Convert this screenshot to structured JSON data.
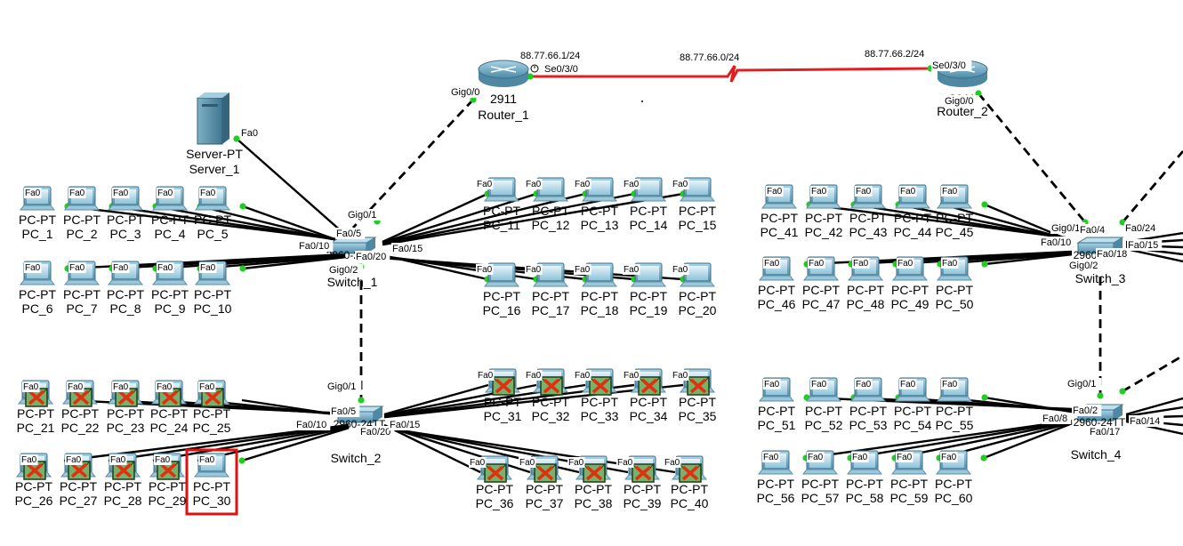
{
  "wan": {
    "router1_ip": "88.77.66.1/24",
    "router2_ip": "88.77.66.2/24",
    "network": "88.77.66.0/24",
    "router1_serial": "Se0/3/0",
    "router2_serial": "Se0/3/0"
  },
  "routers": [
    {
      "id": "r1",
      "model": "2911",
      "name": "Router_1",
      "port": "Gig0/0"
    },
    {
      "id": "r2",
      "model": "2911",
      "name": "Router_2",
      "port": "Gig0/0"
    }
  ],
  "server": {
    "model": "Server-PT",
    "name": "Server_1",
    "port": "Fa0"
  },
  "switches": [
    {
      "id": "sw1",
      "name": "Switch_1",
      "model": "2960-24TT",
      "ports": [
        "Gig0/1",
        "Fa0/5",
        "Fa0/10",
        "Fa0/20",
        "Fa0/15",
        "Gig0/2"
      ]
    },
    {
      "id": "sw2",
      "name": "Switch_2",
      "model": "2960-24TT",
      "ports": [
        "Gig0/1",
        "Fa0/5",
        "Fa0/10",
        "Fa0/20",
        "Fa0/15"
      ]
    },
    {
      "id": "sw3",
      "name": "Switch_3",
      "model": "2960-24TT",
      "ports": [
        "Gig0/1",
        "Fa0/4",
        "Fa0/24",
        "Fa0/10",
        "Fa0/18",
        "Fa0/15",
        "Gig0/2"
      ]
    },
    {
      "id": "sw4",
      "name": "Switch_4",
      "model": "2960-24TT",
      "ports": [
        "Gig0/1",
        "Fa0/2",
        "Fa0/8",
        "Fa0/17",
        "Fa0/14"
      ]
    }
  ],
  "pc_model": "PC-PT",
  "pc_port": "Fa0",
  "pcs": [
    {
      "name": "PC_1",
      "sw": "sw1",
      "failed": false
    },
    {
      "name": "PC_2",
      "sw": "sw1",
      "failed": false
    },
    {
      "name": "PC_3",
      "sw": "sw1",
      "failed": false
    },
    {
      "name": "PC_4",
      "sw": "sw1",
      "failed": false
    },
    {
      "name": "PC_5",
      "sw": "sw1",
      "failed": false
    },
    {
      "name": "PC_6",
      "sw": "sw1",
      "failed": false
    },
    {
      "name": "PC_7",
      "sw": "sw1",
      "failed": false
    },
    {
      "name": "PC_8",
      "sw": "sw1",
      "failed": false
    },
    {
      "name": "PC_9",
      "sw": "sw1",
      "failed": false
    },
    {
      "name": "PC_10",
      "sw": "sw1",
      "failed": false
    },
    {
      "name": "PC_11",
      "sw": "sw1",
      "failed": false
    },
    {
      "name": "PC_12",
      "sw": "sw1",
      "failed": false
    },
    {
      "name": "PC_13",
      "sw": "sw1",
      "failed": false
    },
    {
      "name": "PC_14",
      "sw": "sw1",
      "failed": false
    },
    {
      "name": "PC_15",
      "sw": "sw1",
      "failed": false
    },
    {
      "name": "PC_16",
      "sw": "sw1",
      "failed": false
    },
    {
      "name": "PC_17",
      "sw": "sw1",
      "failed": false
    },
    {
      "name": "PC_18",
      "sw": "sw1",
      "failed": false
    },
    {
      "name": "PC_19",
      "sw": "sw1",
      "failed": false
    },
    {
      "name": "PC_20",
      "sw": "sw1",
      "failed": false
    },
    {
      "name": "PC_21",
      "sw": "sw2",
      "failed": true
    },
    {
      "name": "PC_22",
      "sw": "sw2",
      "failed": true
    },
    {
      "name": "PC_23",
      "sw": "sw2",
      "failed": true
    },
    {
      "name": "PC_24",
      "sw": "sw2",
      "failed": true
    },
    {
      "name": "PC_25",
      "sw": "sw2",
      "failed": true
    },
    {
      "name": "PC_26",
      "sw": "sw2",
      "failed": true
    },
    {
      "name": "PC_27",
      "sw": "sw2",
      "failed": true
    },
    {
      "name": "PC_28",
      "sw": "sw2",
      "failed": true
    },
    {
      "name": "PC_29",
      "sw": "sw2",
      "failed": true
    },
    {
      "name": "PC_30",
      "sw": "sw2",
      "failed": false,
      "highlighted": true
    },
    {
      "name": "PC_31",
      "sw": "sw2",
      "failed": true
    },
    {
      "name": "PC_32",
      "sw": "sw2",
      "failed": true
    },
    {
      "name": "PC_33",
      "sw": "sw2",
      "failed": true
    },
    {
      "name": "PC_34",
      "sw": "sw2",
      "failed": true
    },
    {
      "name": "PC_35",
      "sw": "sw2",
      "failed": true
    },
    {
      "name": "PC_36",
      "sw": "sw2",
      "failed": true
    },
    {
      "name": "PC_37",
      "sw": "sw2",
      "failed": true
    },
    {
      "name": "PC_38",
      "sw": "sw2",
      "failed": true
    },
    {
      "name": "PC_39",
      "sw": "sw2",
      "failed": true
    },
    {
      "name": "PC_40",
      "sw": "sw2",
      "failed": true
    },
    {
      "name": "PC_41",
      "sw": "sw3",
      "failed": false
    },
    {
      "name": "PC_42",
      "sw": "sw3",
      "failed": false
    },
    {
      "name": "PC_43",
      "sw": "sw3",
      "failed": false
    },
    {
      "name": "PC_44",
      "sw": "sw3",
      "failed": false
    },
    {
      "name": "PC_45",
      "sw": "sw3",
      "failed": false
    },
    {
      "name": "PC_46",
      "sw": "sw3",
      "failed": false
    },
    {
      "name": "PC_47",
      "sw": "sw3",
      "failed": false
    },
    {
      "name": "PC_48",
      "sw": "sw3",
      "failed": false
    },
    {
      "name": "PC_49",
      "sw": "sw3",
      "failed": false
    },
    {
      "name": "PC_50",
      "sw": "sw3",
      "failed": false
    },
    {
      "name": "PC_51",
      "sw": "sw4",
      "failed": false
    },
    {
      "name": "PC_52",
      "sw": "sw4",
      "failed": false
    },
    {
      "name": "PC_53",
      "sw": "sw4",
      "failed": false
    },
    {
      "name": "PC_54",
      "sw": "sw4",
      "failed": false
    },
    {
      "name": "PC_55",
      "sw": "sw4",
      "failed": false
    },
    {
      "name": "PC_56",
      "sw": "sw4",
      "failed": false
    },
    {
      "name": "PC_57",
      "sw": "sw4",
      "failed": false
    },
    {
      "name": "PC_58",
      "sw": "sw4",
      "failed": false
    },
    {
      "name": "PC_59",
      "sw": "sw4",
      "failed": false
    },
    {
      "name": "PC_60",
      "sw": "sw4",
      "failed": false
    }
  ],
  "colors": {
    "wan_link": "#e02020",
    "link": "#000000",
    "port_up": "#22cc22",
    "highlight": "#e01010",
    "fail_bg": "#7ab06a",
    "fail_x": "#e03010",
    "device": "#5a9bb5"
  }
}
